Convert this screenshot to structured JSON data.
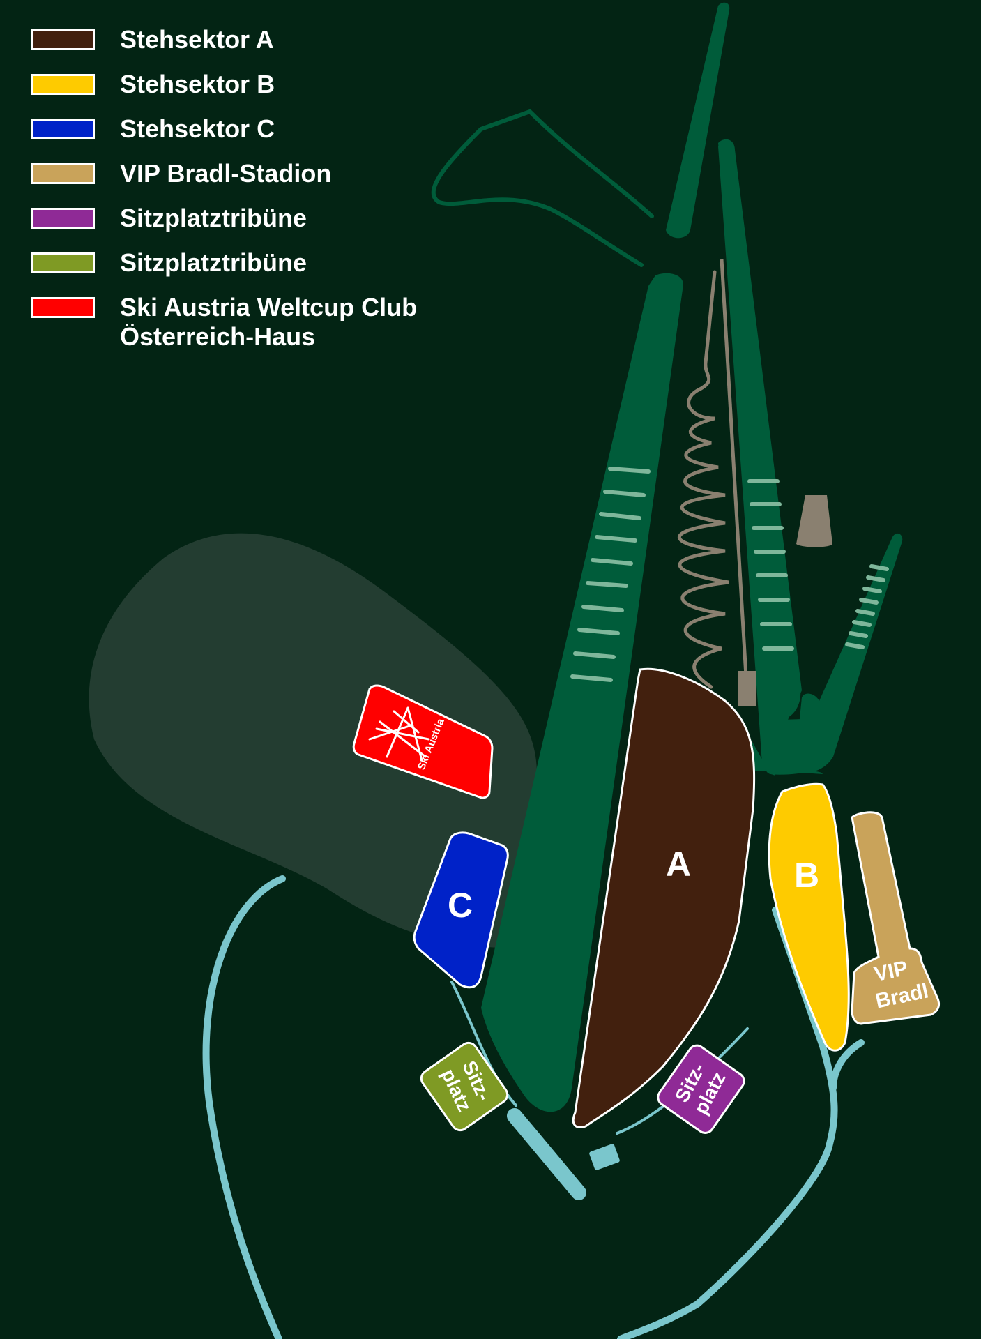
{
  "legend": [
    {
      "label": "Stehsektor A",
      "color": "#42200e"
    },
    {
      "label": "Stehsektor B",
      "color": "#fecb00"
    },
    {
      "label": "Stehsektor C",
      "color": "#0022c8"
    },
    {
      "label": "VIP Bradl-Stadion",
      "color": "#c9a35a"
    },
    {
      "label": "Sitzplatztribüne",
      "color": "#8f2a96"
    },
    {
      "label": "Sitzplatztribüne",
      "color": "#7f9a24"
    },
    {
      "label": "Ski Austria Weltcup Club\nÖsterreich-Haus",
      "color": "#ff0000"
    }
  ],
  "map": {
    "background_color": "#032414",
    "hill_color": "#005c3a",
    "area_color": "#233d31",
    "path_color": "#7ac6cc",
    "sector_a_label": "A",
    "sector_b_label": "B",
    "sector_c_label": "C",
    "vip_label_line1": "VIP",
    "vip_label_line2": "Bradl",
    "sitz_label_line1": "Sitz-",
    "sitz_label_line2": "platz",
    "ski_austria_text": "Ski Austria"
  }
}
